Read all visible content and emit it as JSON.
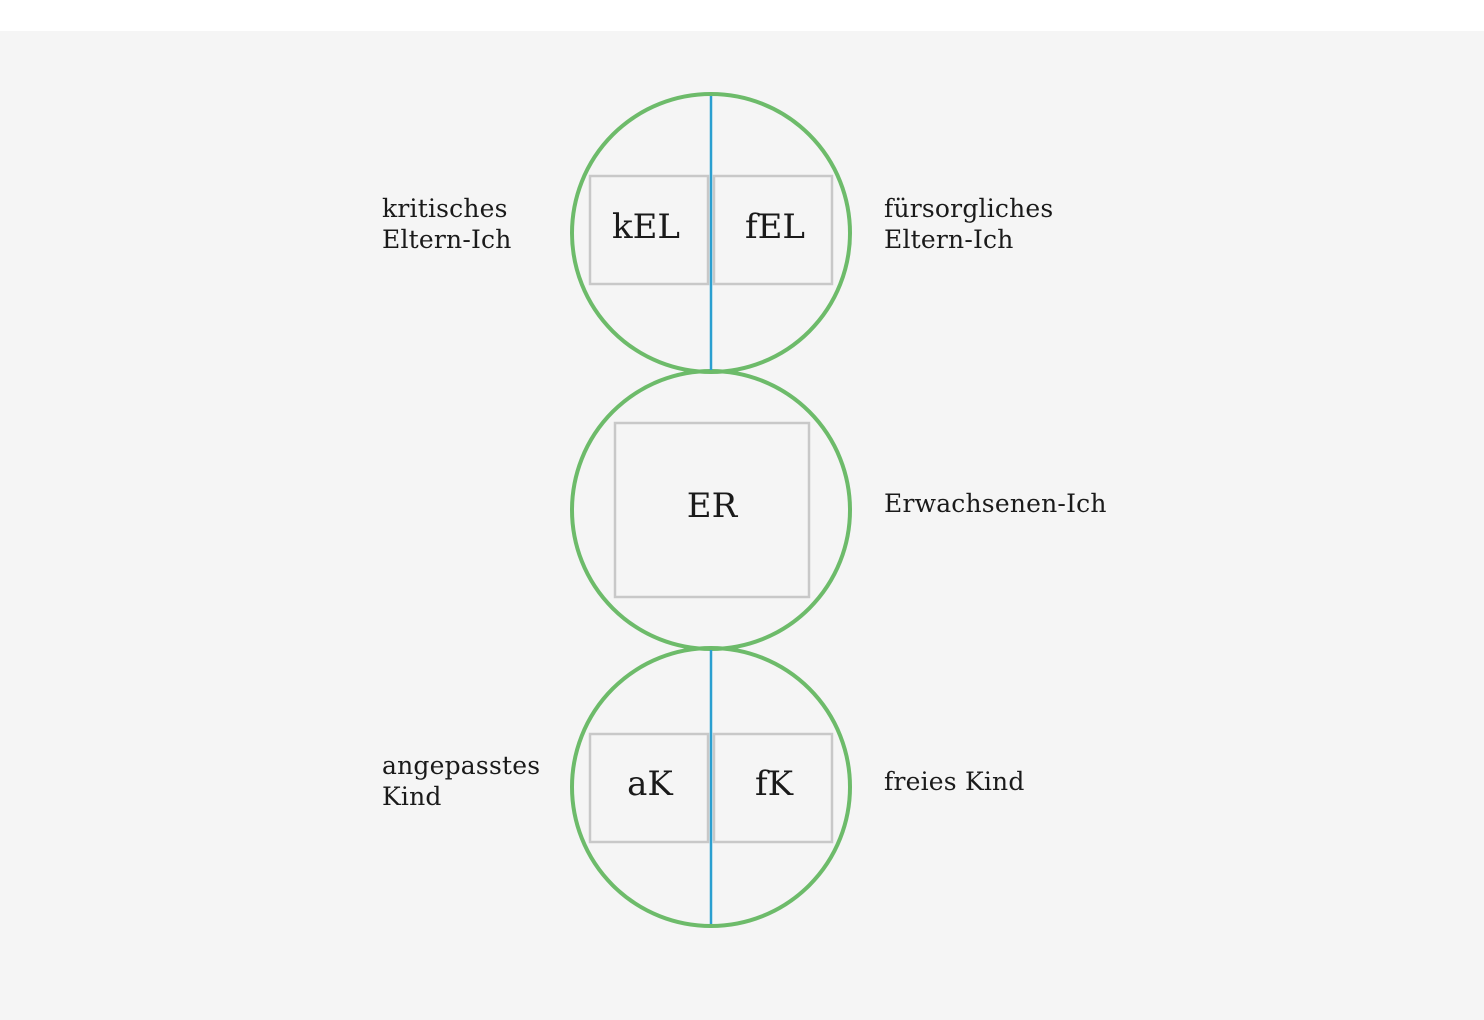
{
  "colors": {
    "page_background": "#ffffff",
    "panel_background": "#f5f5f5",
    "circle_stroke": "#6dbb6a",
    "divider_line": "#2a9fd0",
    "box_stroke": "#c8c8c8",
    "text": "#1a1a1a"
  },
  "states": {
    "parent": {
      "boxes": [
        "kEL",
        "fEL"
      ],
      "label_left": [
        "kritisches",
        "Eltern-Ich"
      ],
      "label_right": [
        "fürsorgliches",
        "Eltern-Ich"
      ]
    },
    "adult": {
      "box": "ER",
      "label_right": [
        "Erwachsenen-Ich"
      ]
    },
    "child": {
      "boxes": [
        "aK",
        "fK"
      ],
      "label_left": [
        "angepasstes",
        "Kind"
      ],
      "label_right": [
        "freies Kind"
      ]
    }
  }
}
